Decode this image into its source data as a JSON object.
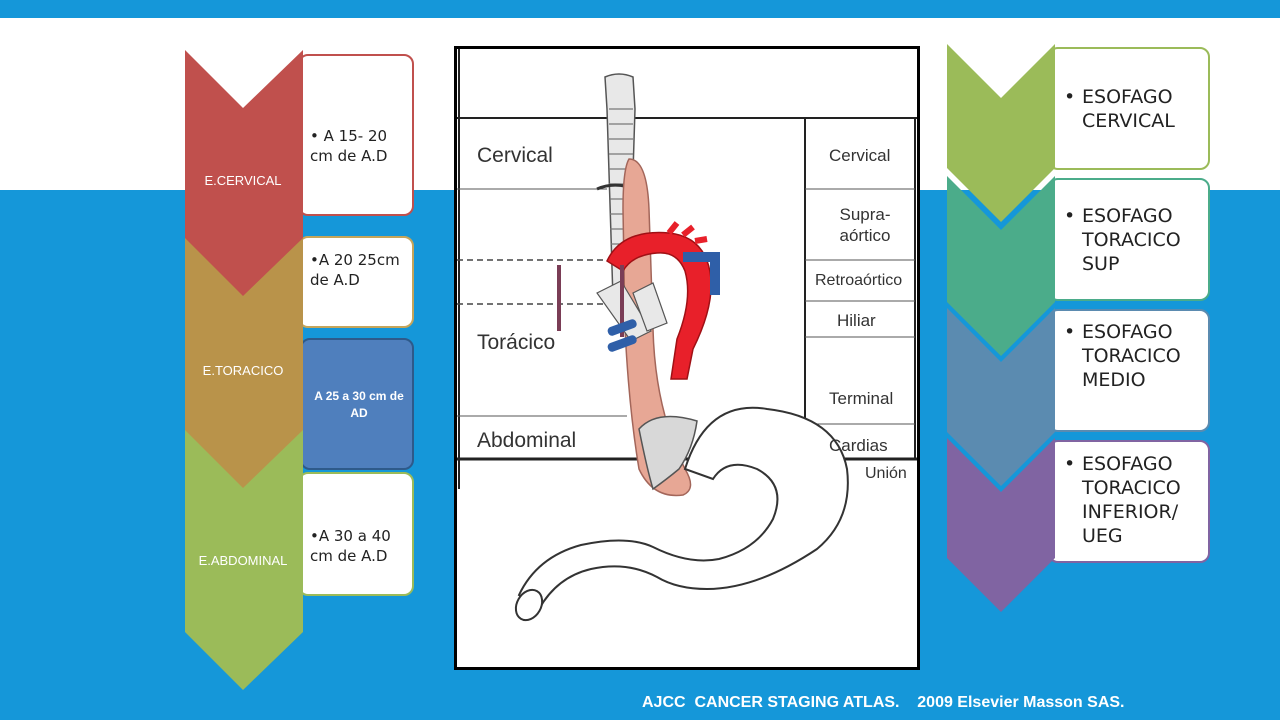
{
  "left_panel": {
    "segments": [
      {
        "label": "E.CERVICAL",
        "color": "#c0504d",
        "box_text": "A 15- 20 cm de A.D",
        "box_border": "#c0504d"
      },
      {
        "label": "E.TORACICO",
        "color": "#b9934a",
        "box_text": "A 20  25cm de  A.D",
        "box_border": "#c5a55a"
      },
      {
        "label": "",
        "color": "#b9934a",
        "box_text": "A 25 a 30 cm de  AD",
        "box_border": "#2e5a8a",
        "box_fill": "#4f7fbd"
      },
      {
        "label": "E.ABDOMINAL",
        "color": "#9bbb59",
        "box_text": "A 30 a 40 cm de  A.D",
        "box_border": "#9bbb59"
      }
    ]
  },
  "diagram": {
    "region_labels": [
      "Cervical",
      "Torácico",
      "Abdominal"
    ],
    "right_labels": [
      "Cervical",
      "Supra-aórtico",
      "Retroaórtico",
      "Hiliar",
      "Terminal",
      "Cardias",
      "Unión"
    ]
  },
  "right_panel": {
    "items": [
      {
        "text": "ESOFAGO CERVICAL",
        "color": "#9bbb59"
      },
      {
        "text": "ESOFAGO TORACICO SUP",
        "color": "#4bac8a"
      },
      {
        "text": "ESOFAGO TORACICO MEDIO",
        "color": "#5b8bb0"
      },
      {
        "text": "ESOFAGO TORACICO INFERIOR/ UEG",
        "color": "#8064a2"
      }
    ]
  },
  "footer": {
    "text": "AJCC  CANCER STAGING ATLAS.    2009 Elsevier Masson SAS."
  }
}
